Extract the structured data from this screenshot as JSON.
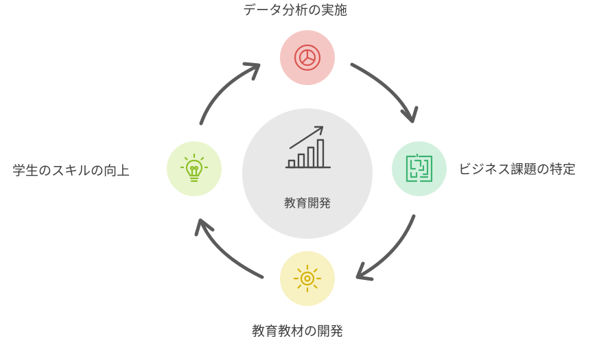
{
  "center": {
    "label": "教育開発",
    "icon": "bar-chart-growth-icon"
  },
  "nodes": {
    "top": {
      "label": "データ分析の実施",
      "icon": "pie-chart-icon",
      "color": "#f5c7c4",
      "icon_color": "#d9534f"
    },
    "right": {
      "label": "ビジネス課題の特定",
      "icon": "maze-icon",
      "color": "#d2f0de",
      "icon_color": "#3cb371"
    },
    "bottom": {
      "label": "教育教材の開発",
      "icon": "sun-icon",
      "color": "#f8f1c1",
      "icon_color": "#d4b106"
    },
    "left": {
      "label": "学生のスキルの向上",
      "icon": "lightbulb-icon",
      "color": "#e9f5cd",
      "icon_color": "#8cbf26"
    }
  },
  "arrows": {
    "color": "#5b5b5b"
  }
}
